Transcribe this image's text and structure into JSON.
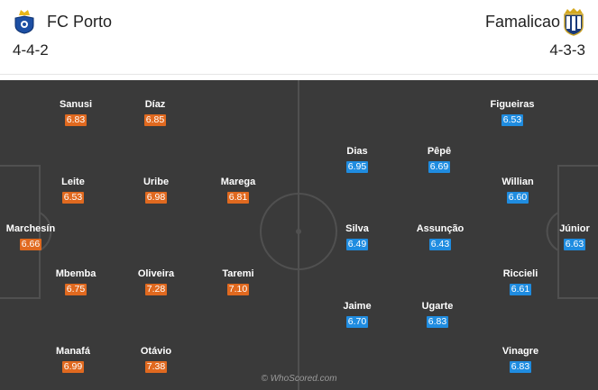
{
  "home": {
    "name": "FC Porto",
    "formation": "4-4-2",
    "crest_icon": "fc-porto-crest-icon",
    "color": "#e0691f",
    "players": [
      {
        "name": "Sanusi",
        "rating": "6.83"
      },
      {
        "name": "Díaz",
        "rating": "6.85"
      },
      {
        "name": "Leite",
        "rating": "6.53"
      },
      {
        "name": "Uribe",
        "rating": "6.98"
      },
      {
        "name": "Marega",
        "rating": "6.81"
      },
      {
        "name": "Marchesín",
        "rating": "6.66"
      },
      {
        "name": "Mbemba",
        "rating": "6.75"
      },
      {
        "name": "Oliveira",
        "rating": "7.28"
      },
      {
        "name": "Taremi",
        "rating": "7.10"
      },
      {
        "name": "Manafá",
        "rating": "6.99"
      },
      {
        "name": "Otávio",
        "rating": "7.38"
      }
    ]
  },
  "away": {
    "name": "Famalicao",
    "formation": "4-3-3",
    "crest_icon": "famalicao-crest-icon",
    "color": "#1f8ce0",
    "players": [
      {
        "name": "Figueiras",
        "rating": "6.53"
      },
      {
        "name": "Dias",
        "rating": "6.95"
      },
      {
        "name": "Pêpê",
        "rating": "6.69"
      },
      {
        "name": "Willian",
        "rating": "6.60"
      },
      {
        "name": "Silva",
        "rating": "6.49"
      },
      {
        "name": "Assunção",
        "rating": "6.43"
      },
      {
        "name": "Júnior",
        "rating": "6.63"
      },
      {
        "name": "Riccieli",
        "rating": "6.61"
      },
      {
        "name": "Jaime",
        "rating": "6.70"
      },
      {
        "name": "Ugarte",
        "rating": "6.83"
      },
      {
        "name": "Vinagre",
        "rating": "6.83"
      }
    ]
  },
  "watermark": "© WhoScored.com"
}
